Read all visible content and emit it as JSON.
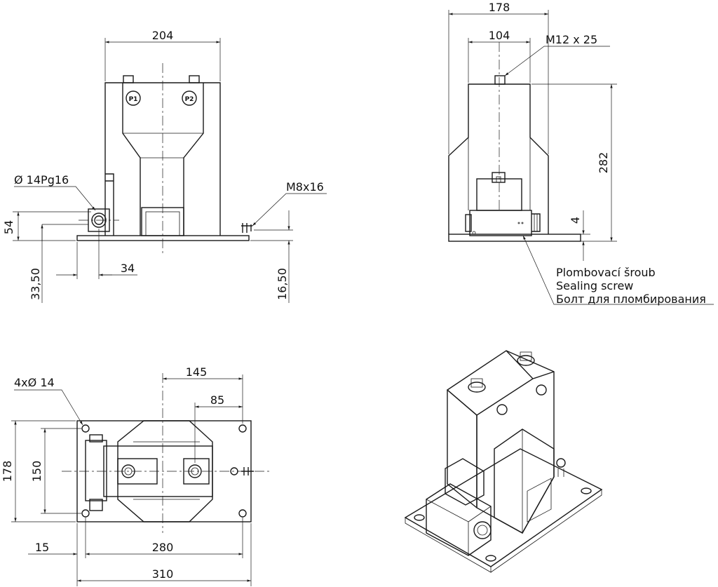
{
  "labels": {
    "front_width": "204",
    "front_height": "54",
    "front_gland": "Ø 14Pg16",
    "front_gland_offset": "34",
    "front_gland_height": "33,50",
    "front_screw": "M8x16",
    "front_screw_height": "16,50",
    "terminal_p1": "P1",
    "terminal_p2": "P2",
    "side_width": "178",
    "side_inner": "104",
    "side_bolt": "M12 x 25",
    "side_height": "282",
    "side_base": "4",
    "seal_cz": "Plombovací šroub",
    "seal_en": "Sealing screw",
    "seal_ru": "Болт для пломбирования",
    "top_holes": "4xØ 14",
    "top_145": "145",
    "top_85": "85",
    "top_178": "178",
    "top_150": "150",
    "top_15": "15",
    "top_280": "280",
    "top_310": "310"
  }
}
